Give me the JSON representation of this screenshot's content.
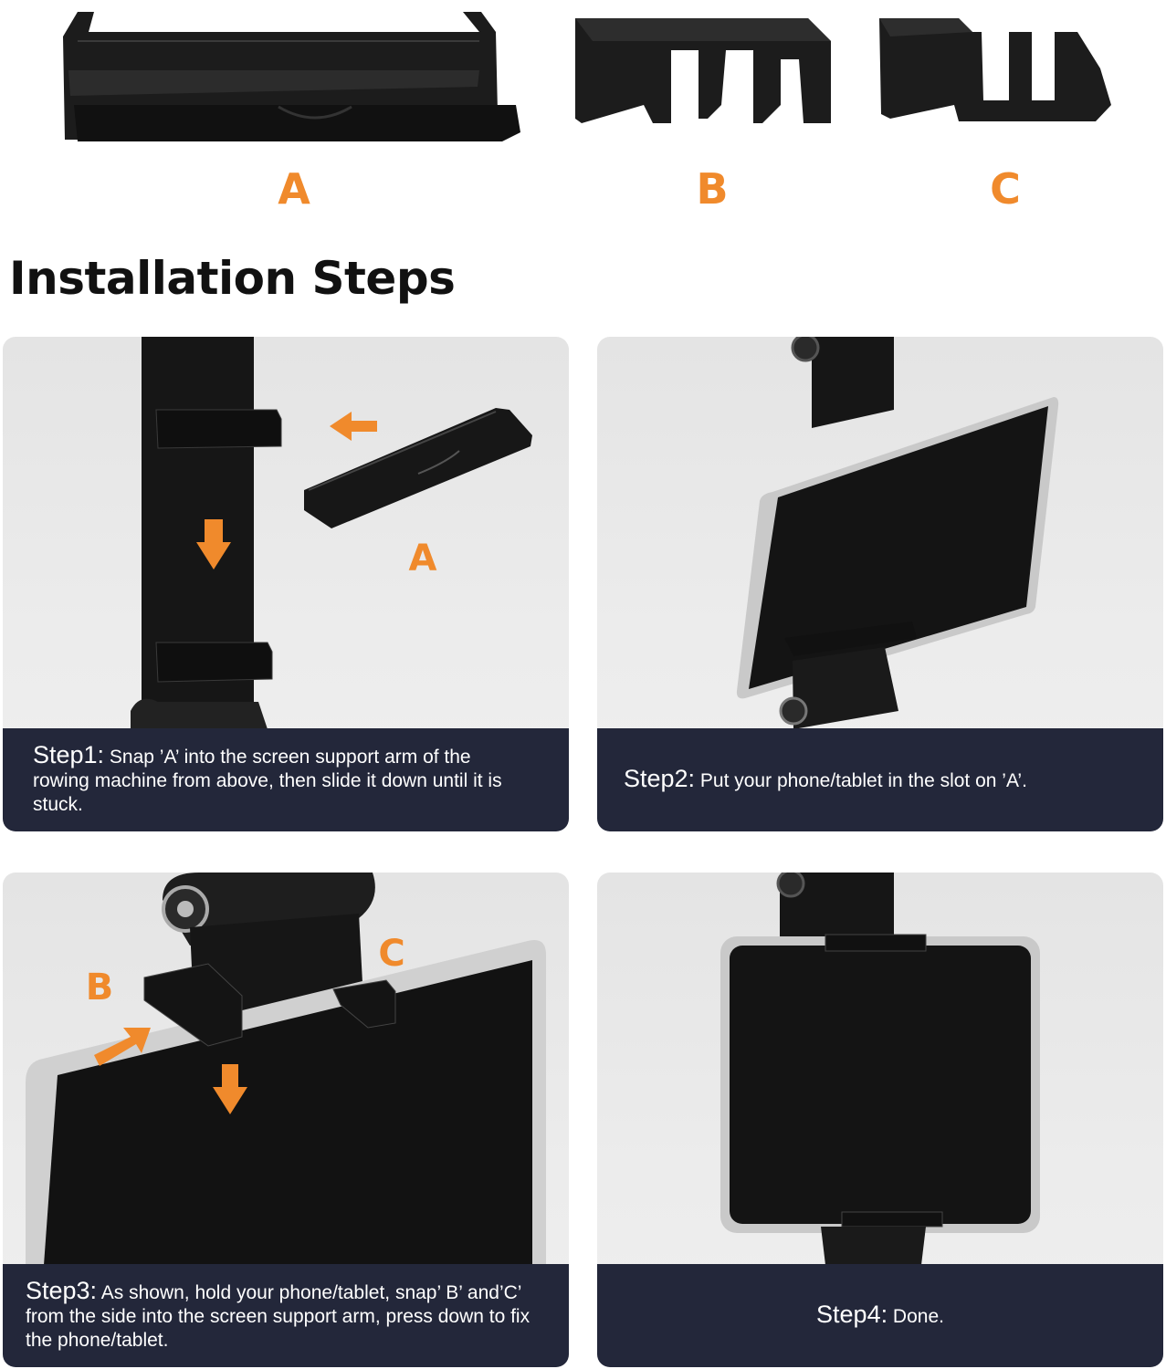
{
  "parts": [
    {
      "id": "A",
      "label": "A"
    },
    {
      "id": "B",
      "label": "B"
    },
    {
      "id": "C",
      "label": "C"
    }
  ],
  "title": "Installation Steps",
  "steps": [
    {
      "label": "Step1:",
      "text": " Snap ’A’ into the screen support arm of the rowing machine from above, then slide it down until it is stuck.",
      "callouts": [
        "A"
      ]
    },
    {
      "label": "Step2:",
      "text": " Put your phone/tablet in the slot on ’A’.",
      "callouts": []
    },
    {
      "label": "Step3:",
      "text": " As shown, hold your phone/tablet, snap’ B’ and’C’ from the side into the screen support arm, press down to fix the phone/tablet.",
      "callouts": [
        "B",
        "C"
      ]
    },
    {
      "label": "Step4:",
      "text": " Done.",
      "callouts": []
    }
  ],
  "colors": {
    "accent": "#f08a2c",
    "caption_bg": "#23273a",
    "panel_bg": "#e8e8e8"
  }
}
